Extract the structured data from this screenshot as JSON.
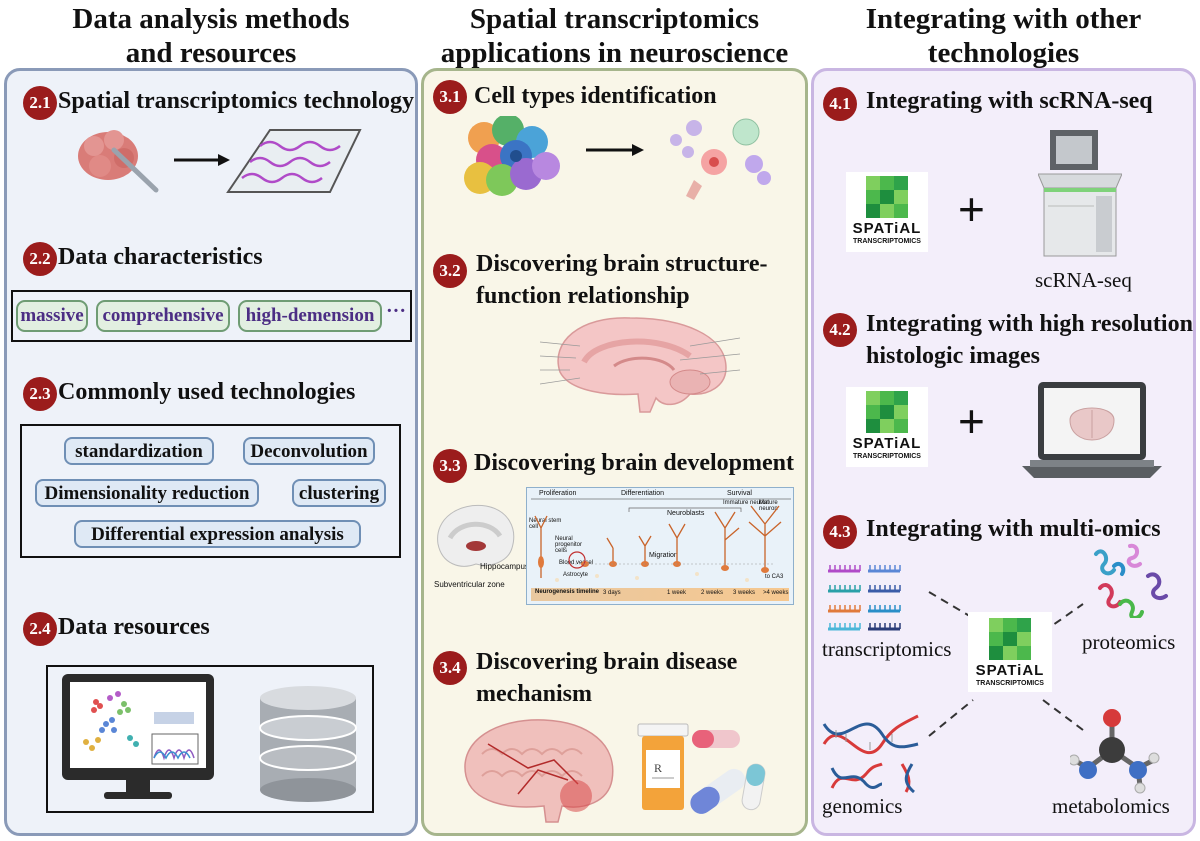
{
  "columns": {
    "col1_title_l1": "Data analysis methods",
    "col1_title_l2": "and resources",
    "col2_title_l1": "Spatial transcriptomics",
    "col2_title_l2": "applications in neuroscience",
    "col3_title_l1": "Integrating with other",
    "col3_title_l2": "technologies"
  },
  "col1": {
    "s21_num": "2.1",
    "s21_title": "Spatial transcriptomics technology",
    "s22_num": "2.2",
    "s22_title": "Data characteristics",
    "traits": [
      "massive",
      "comprehensive",
      "high-demension"
    ],
    "traits_more": "···",
    "s23_num": "2.3",
    "s23_title": "Commonly used technologies",
    "tech": [
      "standardization",
      "Deconvolution",
      "Dimensionality reduction",
      "clustering",
      "Differential expression analysis"
    ],
    "s24_num": "2.4",
    "s24_title": "Data resources"
  },
  "col2": {
    "s31_num": "3.1",
    "s31_title": "Cell types identification",
    "s32_num": "3.2",
    "s32_title_l1": "Discovering brain structure-",
    "s32_title_l2": "function relationship",
    "s33_num": "3.3",
    "s33_title": "Discovering brain development",
    "s34_num": "3.4",
    "s34_title_l1": "Discovering brain disease",
    "s34_title_l2": "mechanism",
    "dev": {
      "stage1": "Proliferation",
      "stage2": "Differentiation",
      "stage3": "Survival",
      "neuroblasts": "Neuroblasts",
      "immature": "Immature neuron",
      "mature": "Mature neuron",
      "migration": "Migration",
      "neural_stem": "Neural stem cell",
      "progenitor": "Neural progenitor cells",
      "vessel": "Blood vessel",
      "astrocyte": "Astrocyte",
      "ca3": "to CA3",
      "timeline": "Neurogenesis timeline",
      "times": [
        "3 days",
        "1 week",
        "2 weeks",
        "3 weeks",
        ">4 weeks"
      ],
      "hippocampus": "Hippocampus",
      "svz": "Subventricular zone"
    }
  },
  "col3": {
    "s41_num": "4.1",
    "s41_title": "Integrating with scRNA-seq",
    "scrna_label": "scRNA-seq",
    "s42_num": "4.2",
    "s42_title_l1": "Integrating with high resolution",
    "s42_title_l2": "histologic images",
    "s43_num": "4.3",
    "s43_title": "Integrating with multi-omics",
    "omics": {
      "transcriptomics": "transcriptomics",
      "proteomics": "proteomics",
      "genomics": "genomics",
      "metabolomics": "metabolomics"
    },
    "plus": "+"
  },
  "logo": {
    "line1": "SPATiAL",
    "line2": "TRANSCRIPTOMICS"
  }
}
